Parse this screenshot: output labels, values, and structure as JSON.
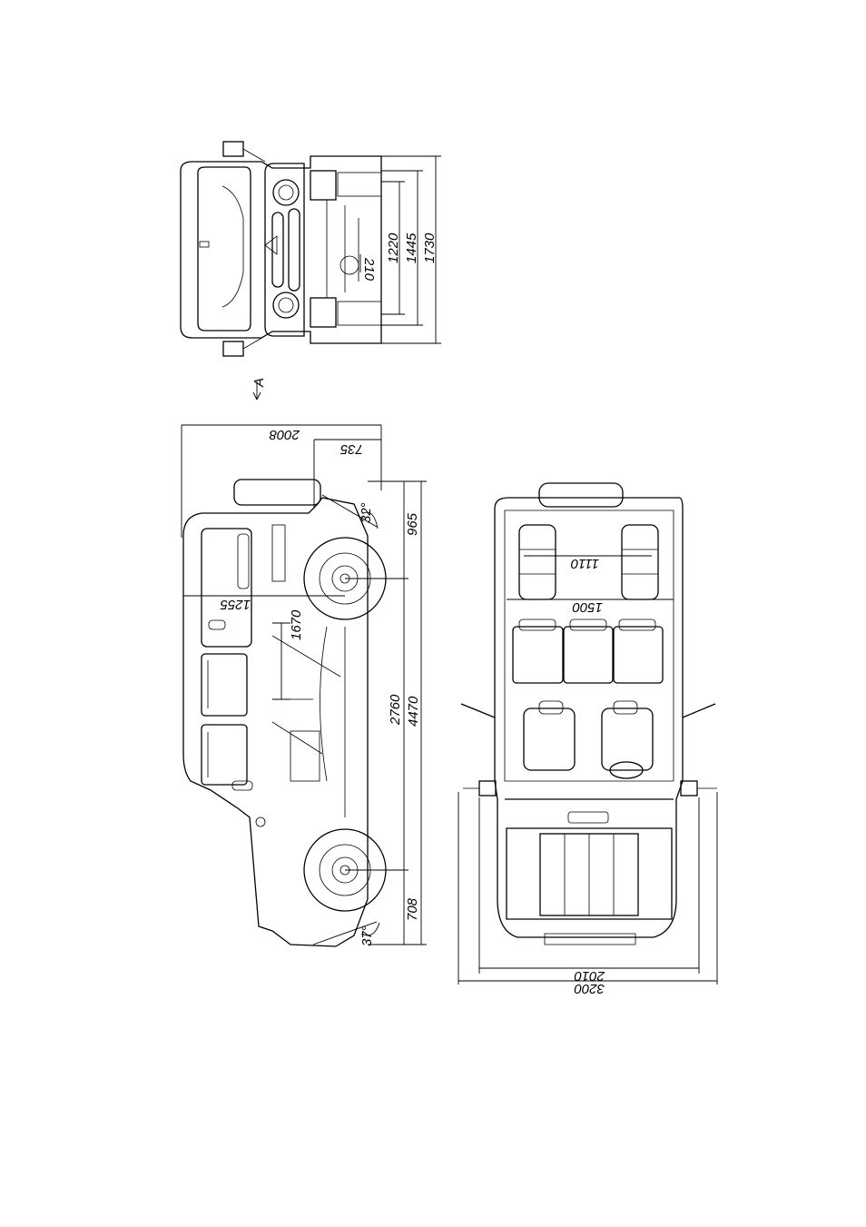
{
  "view_marker": "A",
  "front_view": {
    "dimensions": {
      "width_total": "1730",
      "track": "1445",
      "inner_width": "1220",
      "ground_clearance": "210"
    }
  },
  "side_view": {
    "dimensions": {
      "height": "2008",
      "front_overhang_height": "735",
      "approach_angle": "32°",
      "front_overhang": "965",
      "rear_overhang_height": "1255",
      "door_opening_height": "1670",
      "wheelbase": "2760",
      "length": "4470",
      "rear_overhang": "708",
      "departure_angle": "37°"
    }
  },
  "top_view": {
    "dimensions": {
      "rear_seat_spacing": "1110",
      "rear_width": "1500",
      "width_no_mirrors": "2010",
      "width_with_mirrors": "3200"
    }
  }
}
